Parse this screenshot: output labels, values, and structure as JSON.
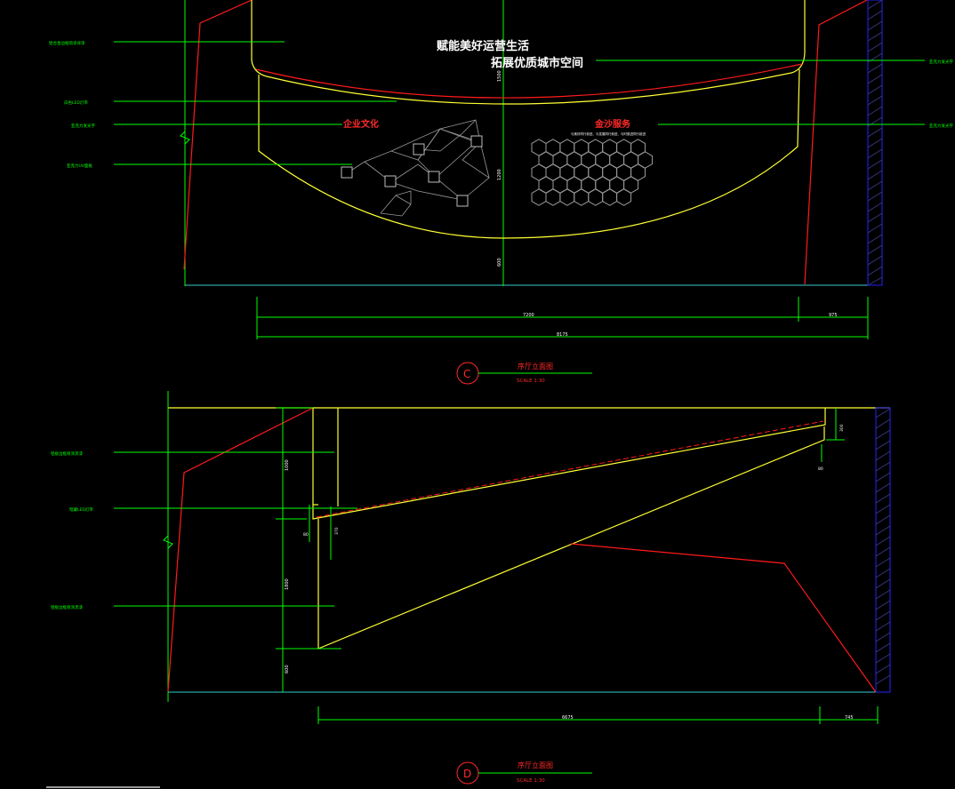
{
  "elevation_c": {
    "headline_1": "赋能美好运营生活",
    "headline_2": "拓展优质城市空间",
    "label_culture": "企业文化",
    "label_service": "金沙服务",
    "service_subtext": "与美好同行前进、与发展同行前进、与时俱进同行前进",
    "callouts_left": [
      "铝合金边框喷涂背漆",
      "白色LED灯带",
      "亚克力发光字",
      "亚克力UV面板"
    ],
    "callouts_right": [
      "亚克力发光字",
      "亚克力发光字"
    ],
    "vertical_dims": [
      "1500",
      "1200",
      "600"
    ],
    "dims_row1": [
      "7200",
      "975"
    ],
    "dims_row2": [
      "8175"
    ],
    "marker": "C",
    "title": "序厅立面图",
    "scale": "SCALE  1:30"
  },
  "elevation_d": {
    "callouts_left": [
      "铝板边框喷涂黑漆",
      "暗藏LED灯带",
      "铝板边框喷涂黑漆"
    ],
    "vertical_dims": [
      "1000",
      "1800",
      "600"
    ],
    "small_dims": [
      "80",
      "370",
      "300",
      "80"
    ],
    "dims_bottom": [
      "6675",
      "745"
    ],
    "marker": "D",
    "title": "序厅立面图",
    "scale": "SCALE  1:30"
  }
}
